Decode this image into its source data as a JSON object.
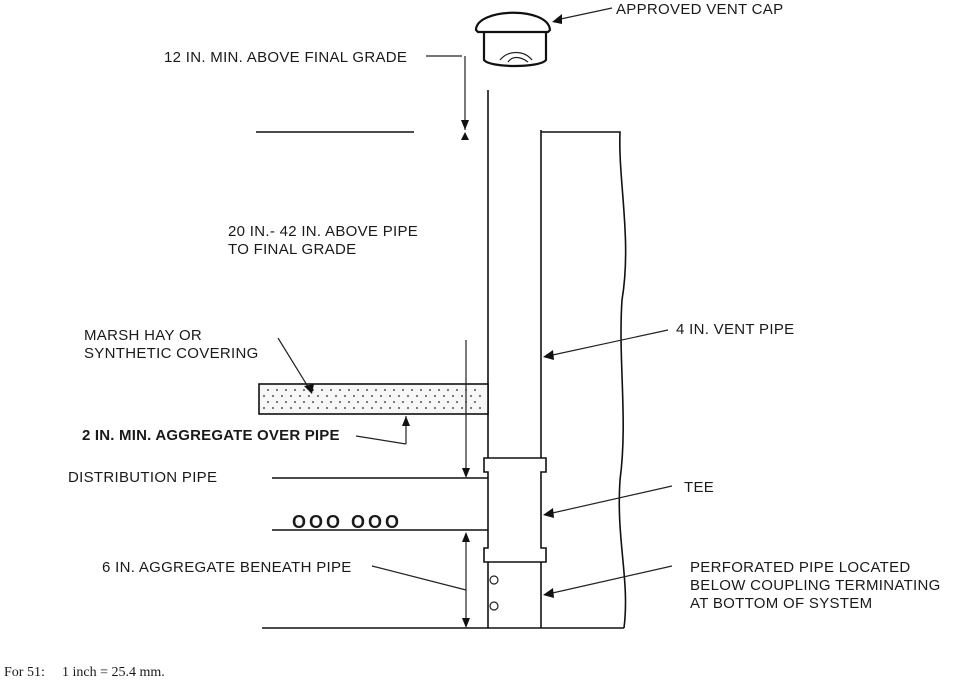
{
  "labels": {
    "vent_cap": "APPROVED VENT CAP",
    "above_grade": "12 IN. MIN. ABOVE FINAL GRADE",
    "above_pipe_line1": "20 IN.- 42 IN. ABOVE PIPE",
    "above_pipe_line2": "TO FINAL GRADE",
    "covering_line1": "MARSH HAY OR",
    "covering_line2": "SYNTHETIC COVERING",
    "vent_pipe": "4 IN. VENT PIPE",
    "aggregate_over": "2 IN. MIN. AGGREGATE OVER PIPE",
    "distribution_pipe": "DISTRIBUTION PIPE",
    "tee": "TEE",
    "aggregate_beneath": "6 IN. AGGREGATE BENEATH PIPE",
    "perforated_line1": "PERFORATED PIPE LOCATED",
    "perforated_line2": "BELOW COUPLING TERMINATING",
    "perforated_line3": "AT BOTTOM OF SYSTEM",
    "pipe_ends": "OOO OOO"
  },
  "footnote": {
    "prefix": "For 51:",
    "text": "1 inch = 25.4 mm."
  }
}
